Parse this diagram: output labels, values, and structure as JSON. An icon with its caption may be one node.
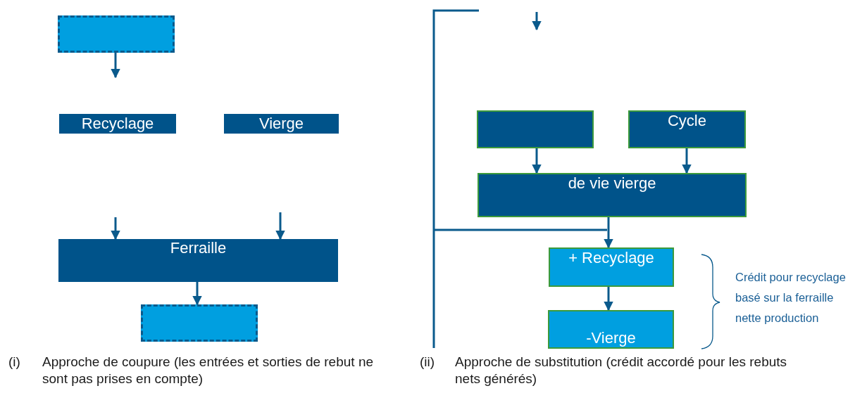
{
  "diagram": {
    "nodes": [
      {
        "text": [],
        "shape": "box"
      },
      {
        "text": [
          "Recyclage"
        ]
      },
      {
        "text": [
          "Vierge"
        ]
      },
      {
        "text": [
          "Ferraille"
        ]
      },
      {
        "text": [],
        "shape": "box"
      },
      {
        "text": [],
        "shape": "box"
      },
      {
        "text": [
          "Cycle"
        ]
      },
      {
        "text": [
          "de vie vierge"
        ]
      },
      {
        "text": [
          "+ Recyclage"
        ]
      },
      {
        "text": [
          "-Vierge"
        ]
      }
    ],
    "edges": [
      {
        "from": 0,
        "to": null,
        "arrow": "to"
      },
      {
        "from": null,
        "to": 3,
        "arrow": "to"
      },
      {
        "from": null,
        "to": 3,
        "arrow": "to"
      },
      {
        "from": 3,
        "to": 4,
        "arrow": "to"
      },
      {
        "from": 5,
        "to": 7,
        "arrow": "to"
      },
      {
        "from": 6,
        "to": 7,
        "arrow": "to"
      },
      {
        "from": 7,
        "to": 8,
        "arrow": "to"
      },
      {
        "from": 8,
        "to": 9,
        "arrow": "to"
      }
    ],
    "labels": [
      "Crédit pour recyclage basé sur la ferraille nette production",
      "(i)",
      "Approche de coupure (les entrées et sorties de rebut ne sont pas prises en compte)",
      "(ii)",
      "Approche de substitution (crédit accordé pour les rebuts nets générés)"
    ]
  }
}
